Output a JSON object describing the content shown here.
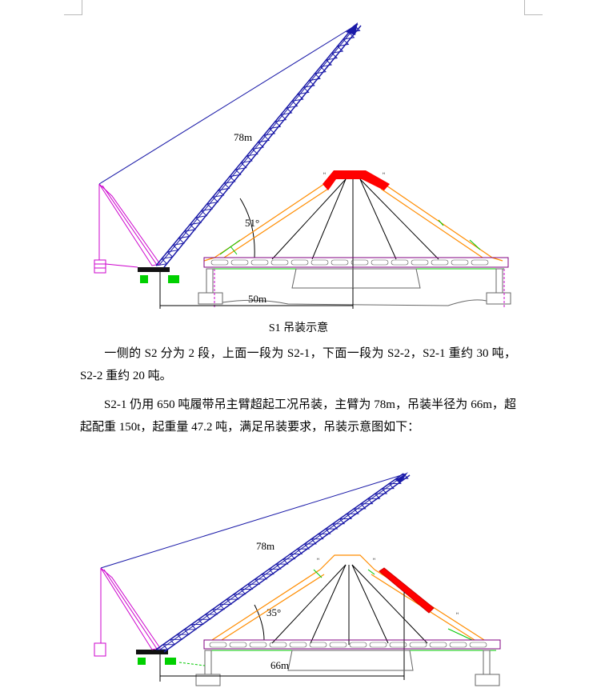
{
  "figure1": {
    "boom_length_label": "78m",
    "angle_label": "51°",
    "radius_label": "50m",
    "caption": "S1 吊装示意"
  },
  "paragraph1": "一侧的 S2 分为 2 段，上面一段为 S2-1，下面一段为 S2-2，S2-1 重约 30 吨，S2-2 重约 20 吨。",
  "paragraph2": "S2-1 仍用 650 吨履带吊主臂超起工况吊装，主臂为 78m，吊装半径为 66m，超起配重 150t，起重量 47.2 吨，满足吊装要求，吊装示意图如下：",
  "figure2": {
    "boom_length_label": "78m",
    "angle_label": "35°",
    "radius_label": "66m"
  },
  "colors": {
    "boom": "#1a1aa8",
    "mast": "#cc00cc",
    "lifted_segment": "#ff0000",
    "arch_rib": "#ff8c00",
    "deck": "#800080",
    "tracks": "#00c800",
    "cables": "#000000"
  }
}
